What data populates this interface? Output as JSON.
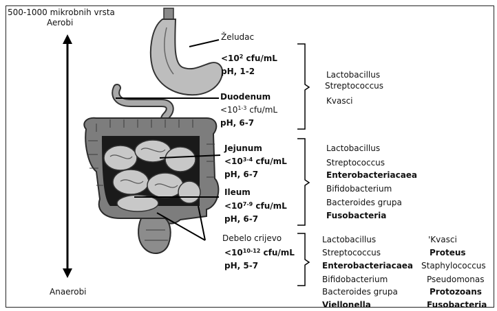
{
  "header": {
    "species_count": "500-1000 mikrobnih vrsta",
    "aerobic": "Aerobi",
    "anaerobic": "Anaerobi"
  },
  "stomach": {
    "name": "Želudac",
    "cfu_prefix": "<10",
    "cfu_exp": "2",
    "cfu_unit": " cfu/mL",
    "ph": "pH, 1-2"
  },
  "duodenum": {
    "name": "Duodenum",
    "cfu_prefix": "<10",
    "cfu_exp": "1-3",
    "cfu_unit": " cfu/mL",
    "ph": "pH, 6-7"
  },
  "jejunum": {
    "name": "Jejunum",
    "cfu_prefix": "<10",
    "cfu_exp": "3-4",
    "cfu_unit": " cfu/mL",
    "ph": "pH, 6-7"
  },
  "ileum": {
    "name": "Ileum",
    "cfu_prefix": "<10",
    "cfu_exp": "7-9",
    "cfu_unit": " cfu/mL",
    "ph": "pH, 6-7"
  },
  "colon": {
    "name": "Debelo crijevo",
    "cfu_prefix": "<10",
    "cfu_exp": "10-12",
    "cfu_unit": " cfu/mL",
    "ph": "pH, 5-7"
  },
  "microbes_upper": [
    "Lactobacillus",
    "Streptococcus",
    "Kvasci"
  ],
  "microbes_small": [
    "Lactobacillus",
    "Streptococcus",
    "Enterobacteriacaea",
    "Bifidobacterium",
    "Bacteroides grupa",
    "Fusobacteria"
  ],
  "microbes_colon_left": [
    "Lactobacillus",
    "Streptococcus",
    "Enterobacteriacaea",
    "Bifidobacterium",
    "Bacteroides grupa",
    "Viellonella"
  ],
  "microbes_colon_right": [
    "'Kvasci",
    "Proteus",
    "Staphylococcus",
    "Pseudomonas",
    "Protozoans",
    "Fusobacteria"
  ]
}
